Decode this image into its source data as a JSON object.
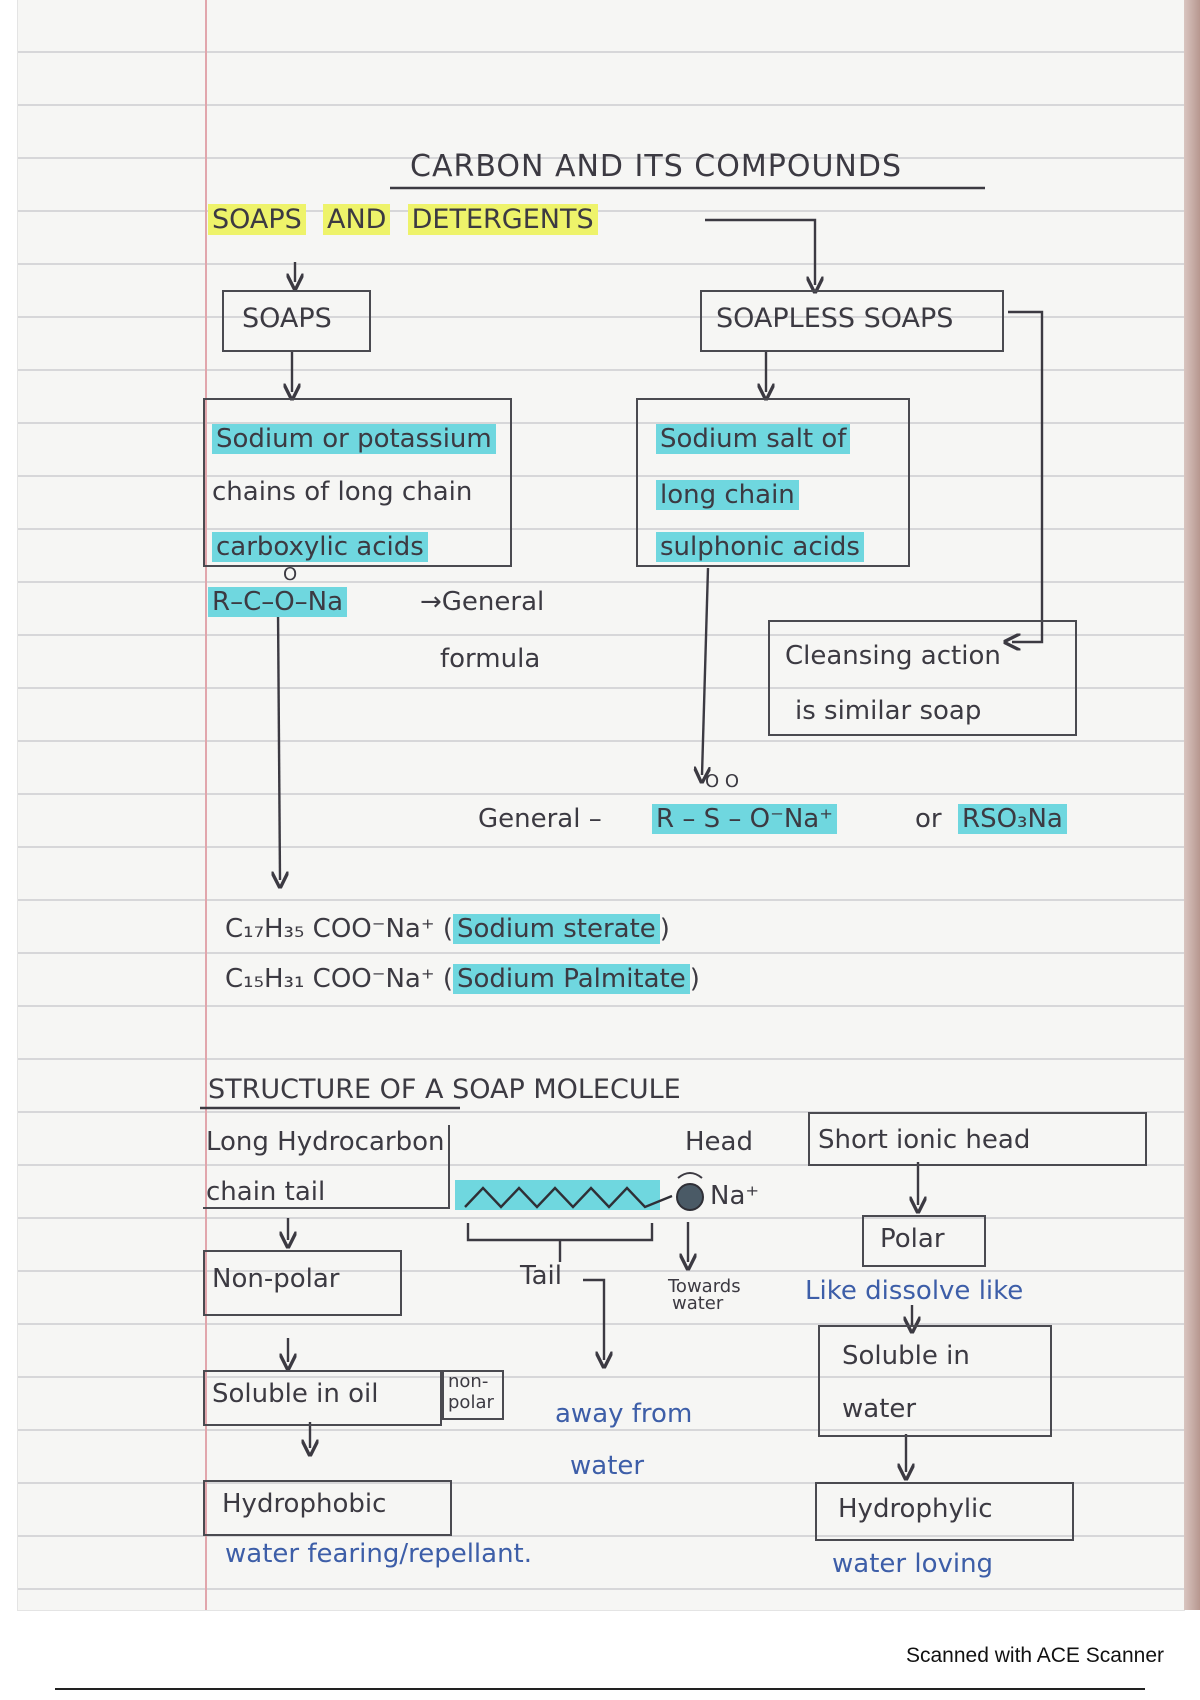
{
  "title": "CARBON AND ITS COMPOUNDS",
  "section1": {
    "heading_soaps": "SOAPS",
    "heading_and": "AND",
    "heading_detergents": "DETERGENTS",
    "soaps_box": "SOAPS",
    "soapless_box": "SOAPLESS SOAPS",
    "soaps_def": [
      "Sodium or potassium",
      "chains of long chain",
      "carboxylic acids"
    ],
    "soapless_def": [
      "Sodium salt of",
      "long chain",
      "sulphonic acids"
    ],
    "soap_formula": "R–C–O–Na",
    "soap_formula_carbonyl": "O",
    "general_formula_label": [
      "→General",
      "formula"
    ],
    "cleansing_note": [
      "Cleansing action",
      "is similar soap"
    ],
    "detergent_general_label": "General –",
    "detergent_formula": "R – S – O⁻Na⁺",
    "detergent_formula_oxygens": "O  O",
    "detergent_or": "or",
    "detergent_formula_alt": "RSO₃Na",
    "examples": [
      {
        "formula": "C₁₇H₃₅ COO⁻Na⁺",
        "name": "Sodium sterate"
      },
      {
        "formula": "C₁₅H₃₁ COO⁻Na⁺",
        "name": "Sodium Palmitate"
      }
    ]
  },
  "section2": {
    "heading": "STRUCTURE OF A SOAP MOLECULE",
    "tail_label": [
      "Long Hydrocarbon",
      "chain tail"
    ],
    "head_label": "Head",
    "short_ionic_head": "Short ionic head",
    "na_label": "Na⁺",
    "tail_word": "Tail",
    "towards_water": [
      "Towards",
      "water"
    ],
    "away_from_water": [
      "away from",
      "water"
    ],
    "non_polar_box": "Non-polar",
    "soluble_oil_box": "Soluble in oil",
    "non_polar_note": [
      "non-",
      "polar"
    ],
    "hydrophobic_box": "Hydrophobic",
    "hydrophobic_note": "water fearing/repellant.",
    "polar_box": "Polar",
    "like_dissolve_like": "Like dissolve like",
    "soluble_water_box": [
      "Soluble in",
      "water"
    ],
    "hydrophylic_box": "Hydrophylic",
    "hydrophylic_note": "water loving"
  },
  "footer": "Scanned with ACE Scanner",
  "colors": {
    "yellow_highlight": "#eef36a",
    "cyan_highlight": "#6fd7df",
    "ink": "#3c3a42",
    "blue_ink": "#3d5ea8"
  }
}
